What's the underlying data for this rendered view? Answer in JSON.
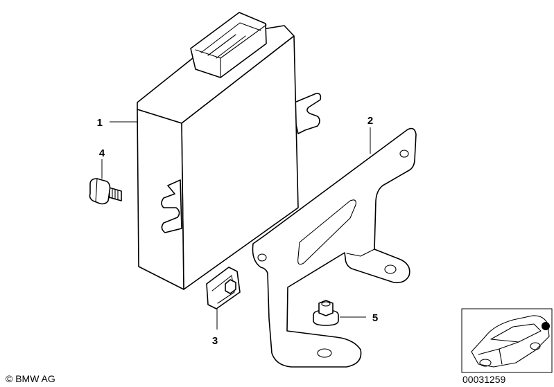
{
  "callouts": {
    "part1": "1",
    "part2": "2",
    "part3": "3",
    "part4": "4",
    "part5": "5"
  },
  "footer": {
    "copyright": "© BMW AG",
    "diagram_number": "00031259"
  },
  "icons": {
    "control_unit": "control-unit-icon",
    "bracket": "bracket-icon",
    "clip": "clip-icon",
    "screw": "screw-icon",
    "nut": "nut-icon",
    "car_thumbnail": "car-location-icon"
  }
}
